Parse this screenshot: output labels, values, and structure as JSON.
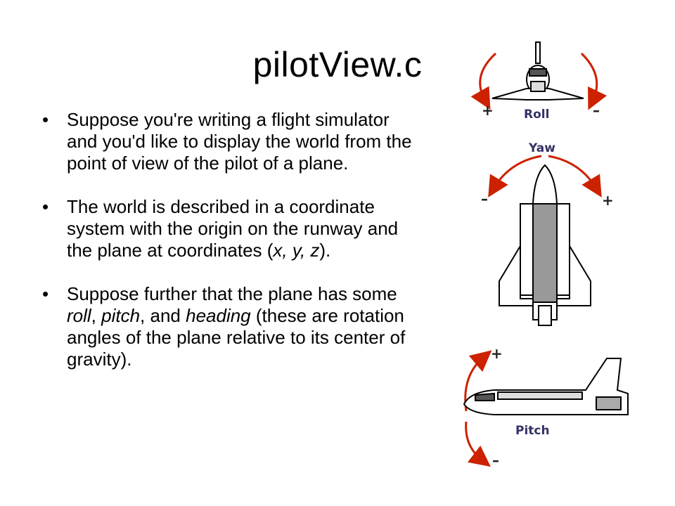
{
  "slide": {
    "title": "pilotView.c",
    "bullets": [
      {
        "parts": [
          {
            "text": "Suppose you're writing a flight simulator and you'd like to display the world from the point of view of the pilot of a plane.",
            "italic": false
          }
        ]
      },
      {
        "parts": [
          {
            "text": "The world is described in a coordinate system with the origin on the runway and the plane at coordinates (",
            "italic": false
          },
          {
            "text": "x, y, z",
            "italic": true
          },
          {
            "text": ").",
            "italic": false
          }
        ]
      },
      {
        "parts": [
          {
            "text": "Suppose further that the plane has some ",
            "italic": false
          },
          {
            "text": "roll",
            "italic": true
          },
          {
            "text": ", ",
            "italic": false
          },
          {
            "text": "pitch",
            "italic": true
          },
          {
            "text": ", and ",
            "italic": false
          },
          {
            "text": "heading",
            "italic": true
          },
          {
            "text": " (these are rotation angles of the plane relative to its center of gravity).",
            "italic": false
          }
        ]
      }
    ]
  },
  "figures": {
    "roll": {
      "label": "Roll",
      "plus": "+",
      "minus": "–"
    },
    "yaw": {
      "label": "Yaw",
      "plus": "+",
      "minus": "–"
    },
    "pitch": {
      "label": "Pitch",
      "plus": "+",
      "minus": "–"
    }
  },
  "colors": {
    "arrow": "#cc2200",
    "orbiter_fill": "#ffffff",
    "orbiter_tank": "#999999"
  }
}
